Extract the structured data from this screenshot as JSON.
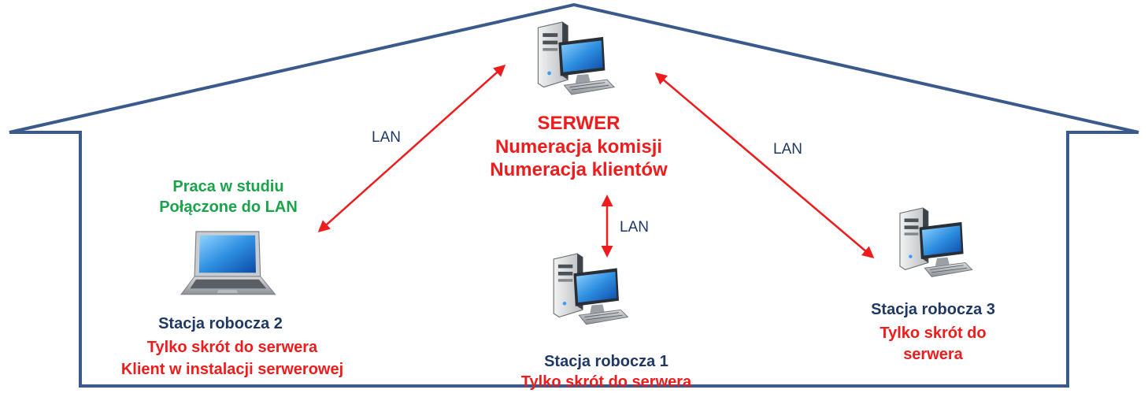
{
  "server": {
    "icon": "desktop-computer-icon",
    "title": "SERWER",
    "line1": "Numeracja komisji",
    "line2": "Numeracja klientów"
  },
  "station2": {
    "icon": "laptop-icon",
    "status1": "Praca w studiu",
    "status2": "Połączone do LAN",
    "name": "Stacja robocza 2",
    "line1": "Tylko skrót do serwera",
    "line2": "Klient w instalacji serwerowej"
  },
  "station1": {
    "icon": "desktop-computer-icon",
    "name": "Stacja robocza 1",
    "line1": "Tylko skrót do serwera"
  },
  "station3": {
    "icon": "desktop-computer-icon",
    "name": "Stacja robocza  3",
    "line1": "Tylko skrót do",
    "line2": "serwera"
  },
  "links": {
    "left": "LAN",
    "center": "LAN",
    "right": "LAN"
  },
  "colors": {
    "house_outline": "#3a5a8c",
    "arrow": "#ee1c1c",
    "server_text": "#ee1c1c",
    "station_name": "#1f3864",
    "status_text": "#1aa34a"
  }
}
